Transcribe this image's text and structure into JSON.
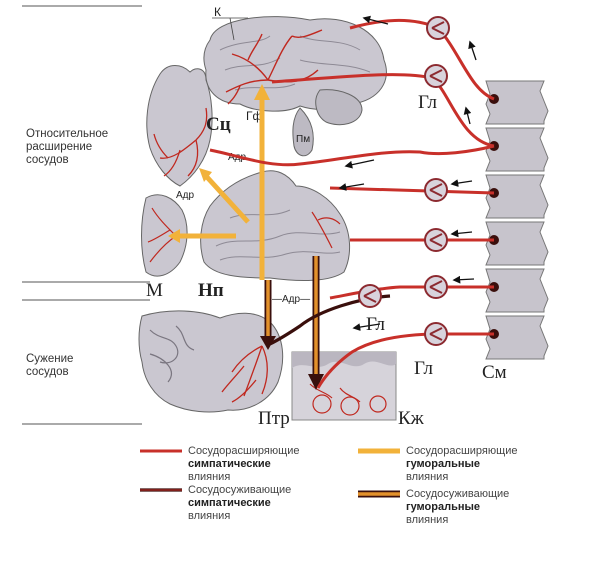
{
  "colors": {
    "dilator_sympathetic": "#c8302a",
    "constrictor_sympathetic": "#3a0f0c",
    "dilator_humoral": "#f2b23a",
    "constrictor_humoral": "#e3912b",
    "organ": "#c9c6cf",
    "vessel": "#c0281f",
    "spinal": "#c3c0c8"
  },
  "labels": {
    "k": "К",
    "gf": "Гф",
    "pm": "Пм",
    "sc": "Сц",
    "adr_heart": "Адр",
    "adr_muscle": "Адр",
    "adr_mid": "—Адр—",
    "m": "М",
    "np": "Нп",
    "gl_top": "Гл",
    "gl_mid": "Гл",
    "gl_bottom": "Гл",
    "sm": "См",
    "ptr": "Птр",
    "kzh": "Кж"
  },
  "sidebar": {
    "relative_line1": "Относительное",
    "relative_line2": "расширение",
    "relative_line3": "сосудов",
    "narrow_line1": "Сужение",
    "narrow_line2": "сосудов"
  },
  "legend": {
    "item1_line1": "Сосудорасширяющие",
    "item1_line2": "симпатические",
    "item1_line3": "влияния",
    "item2_line1": "Сосудосуживающие",
    "item2_line2": "симпатические",
    "item2_line3": "влияния",
    "item3_line1": "Сосудорасширяющие",
    "item3_line2": "гуморальные",
    "item3_line3": "влияния",
    "item4_line1": "Сосудосуживающие",
    "item4_line2": "гуморальные",
    "item4_line3": "влияния"
  }
}
